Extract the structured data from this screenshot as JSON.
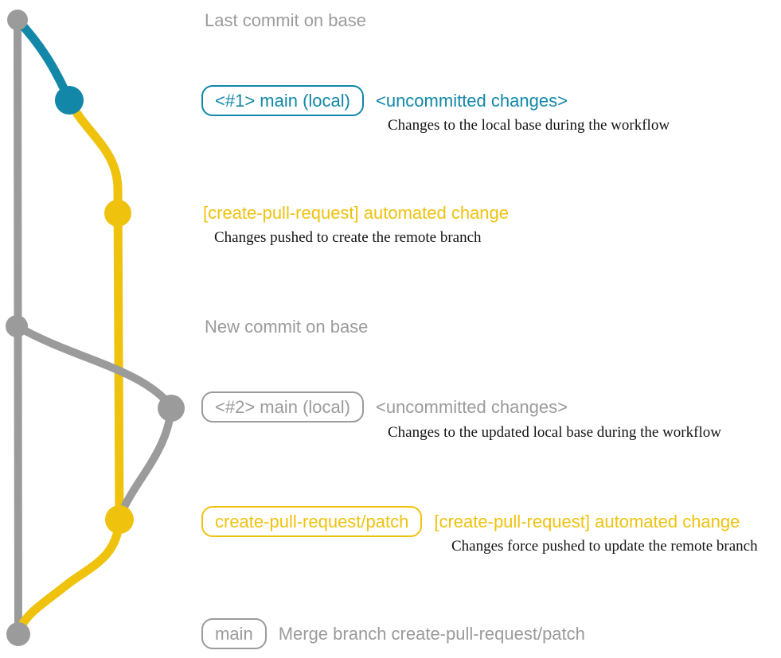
{
  "colors": {
    "base_gray": "#9b9b9b",
    "local_branch_teal": "#1287a8",
    "remote_branch_yellow": "#efc20e",
    "annotation_black": "#141414",
    "background": "#ffffff"
  },
  "graph": {
    "type": "git-graph",
    "branches": [
      {
        "name": "base",
        "color": "#9b9b9b"
      },
      {
        "name": "main (local)",
        "color": "#1287a8"
      },
      {
        "name": "create-pull-request/patch",
        "color": "#efc20e"
      }
    ],
    "commits": [
      {
        "label": "Last commit on base",
        "branch": "base",
        "color": "#9b9b9b"
      },
      {
        "label": "<uncommitted changes> #1",
        "branch": "main (local)",
        "color": "#1287a8"
      },
      {
        "label": "[create-pull-request] automated change #1",
        "branch": "create-pull-request/patch",
        "color": "#efc20e"
      },
      {
        "label": "New commit on base",
        "branch": "base",
        "color": "#9b9b9b"
      },
      {
        "label": "<uncommitted changes> #2",
        "branch": "main (local)",
        "color": "#9b9b9b"
      },
      {
        "label": "[create-pull-request] automated change #2",
        "branch": "create-pull-request/patch",
        "color": "#efc20e"
      },
      {
        "label": "Merge branch create-pull-request/patch",
        "branch": "base",
        "color": "#9b9b9b"
      }
    ]
  },
  "rows": {
    "last_commit": {
      "text": "Last commit on base"
    },
    "row1": {
      "branch_label": "<#1> main (local)",
      "commit_message": "<uncommitted changes>",
      "annotation": "Changes to the local base during the workflow"
    },
    "row2": {
      "commit_message": "[create-pull-request] automated change",
      "annotation": "Changes pushed to create the remote branch"
    },
    "new_commit": {
      "text": "New commit on base"
    },
    "row3": {
      "branch_label": "<#2> main (local)",
      "commit_message": "<uncommitted changes>",
      "annotation": "Changes to the updated local base during the workflow"
    },
    "row4": {
      "branch_label": "create-pull-request/patch",
      "commit_message": "[create-pull-request] automated change",
      "annotation": "Changes force pushed to update the remote branch"
    },
    "row5": {
      "branch_label": "main",
      "commit_message": "Merge branch create-pull-request/patch"
    }
  }
}
